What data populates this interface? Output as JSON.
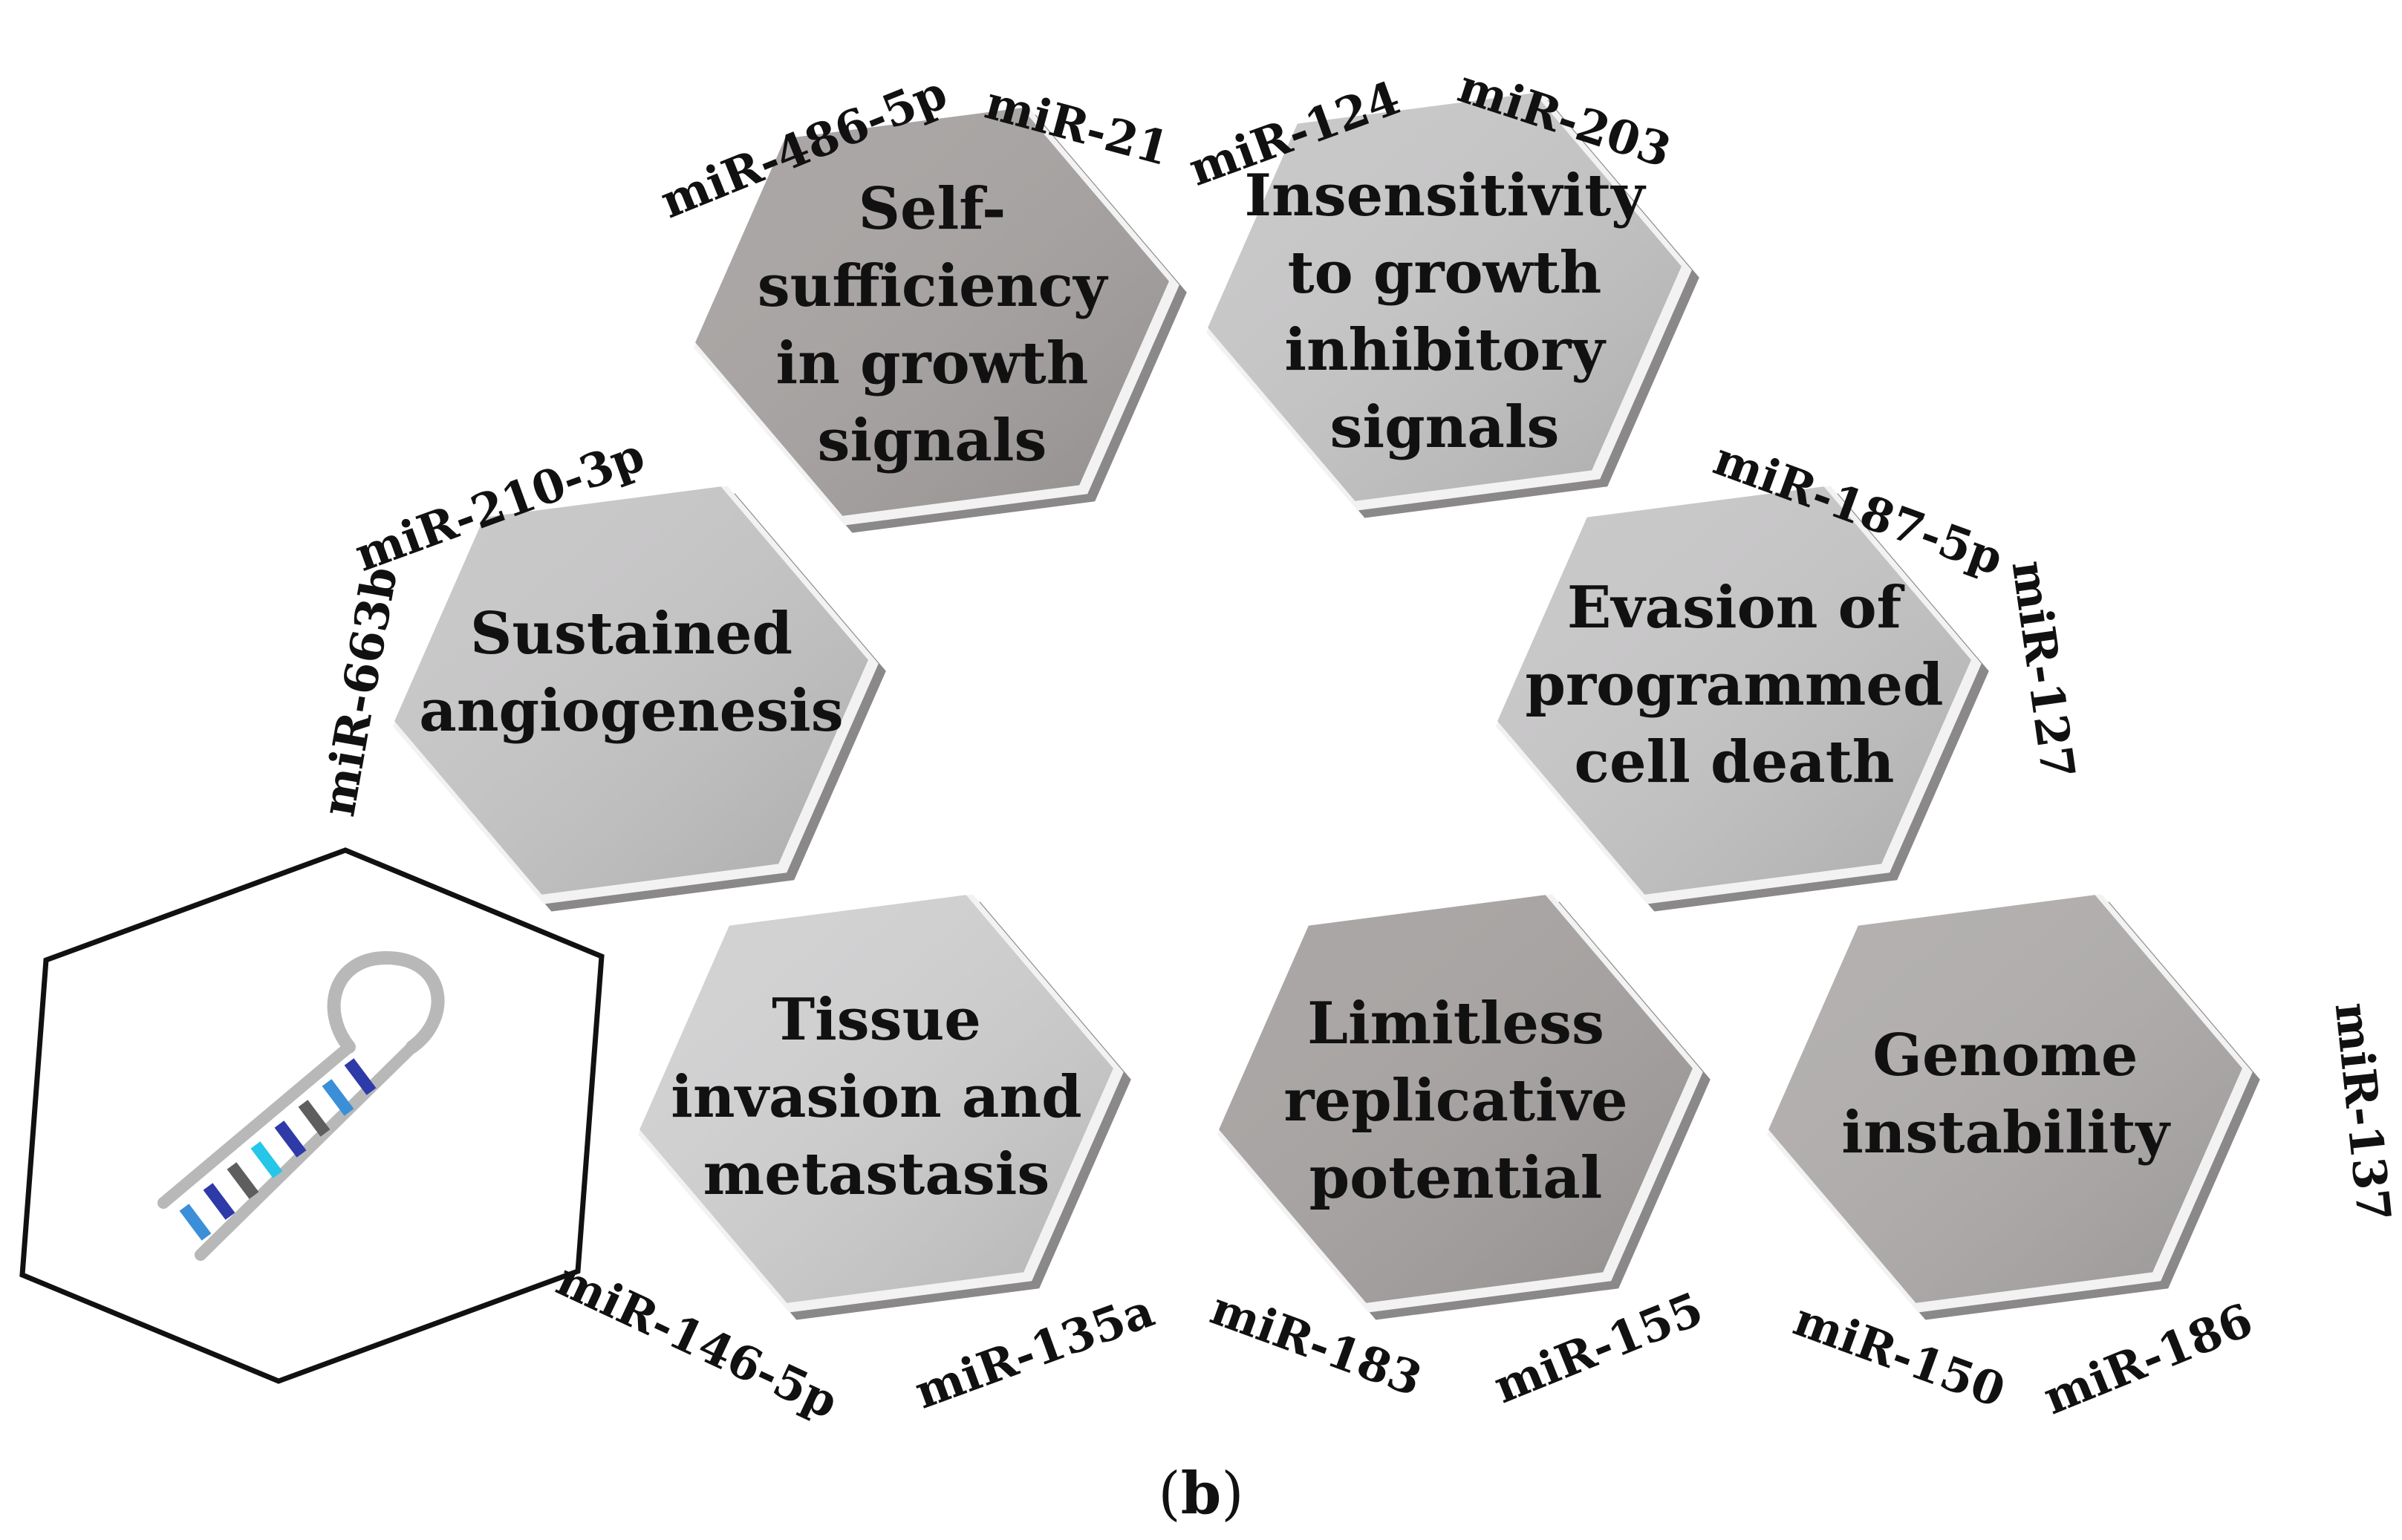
{
  "hallmarks": [
    {
      "id": "self-sufficiency",
      "lines": [
        "Self-",
        "sufficiency",
        "in growth",
        "signals"
      ],
      "shade": "dark"
    },
    {
      "id": "insensitivity",
      "lines": [
        "Insensitivity",
        "to growth",
        "inhibitory",
        "signals"
      ],
      "shade": "light"
    },
    {
      "id": "angiogenesis",
      "lines": [
        "Sustained",
        "angiogenesis"
      ],
      "shade": "light"
    },
    {
      "id": "evasion",
      "lines": [
        "Evasion of",
        "programmed",
        "cell death"
      ],
      "shade": "light"
    },
    {
      "id": "invasion",
      "lines": [
        "Tissue",
        "invasion and",
        "metastasis"
      ],
      "shade": "lighter"
    },
    {
      "id": "replicative",
      "lines": [
        "Limitless",
        "replicative",
        "potential"
      ],
      "shade": "dark"
    },
    {
      "id": "genome",
      "lines": [
        "Genome",
        "instability"
      ],
      "shade": "mid"
    }
  ],
  "mirnas": {
    "self_sufficiency": [
      "miR-486-5p",
      "miR-21"
    ],
    "insensitivity": [
      "miR-124",
      "miR-203"
    ],
    "angiogenesis": [
      "miR-210-3p",
      "miR-663b"
    ],
    "evasion": [
      "miR-187-5p",
      "miR-127"
    ],
    "invasion": [
      "miR-146-5p",
      "miR-135a"
    ],
    "replicative": [
      "miR-183",
      "miR-155"
    ],
    "genome": [
      "miR-137",
      "miR-150",
      "miR-186"
    ]
  },
  "caption": {
    "open": "(",
    "letter": "b",
    "close": ")"
  },
  "icon": "microRNA-hairpin-icon",
  "colors": {
    "dark": "#a9a5a4",
    "mid": "#b2afae",
    "light": "#c9c8c9",
    "lighter": "#d2d2d3",
    "rna_blue": "#2e3aa8",
    "rna_cyan": "#26c6e8",
    "rna_lightblue": "#3a8fd8",
    "rna_gray": "#5e5e5e",
    "rna_stem": "#b8b8b8"
  }
}
